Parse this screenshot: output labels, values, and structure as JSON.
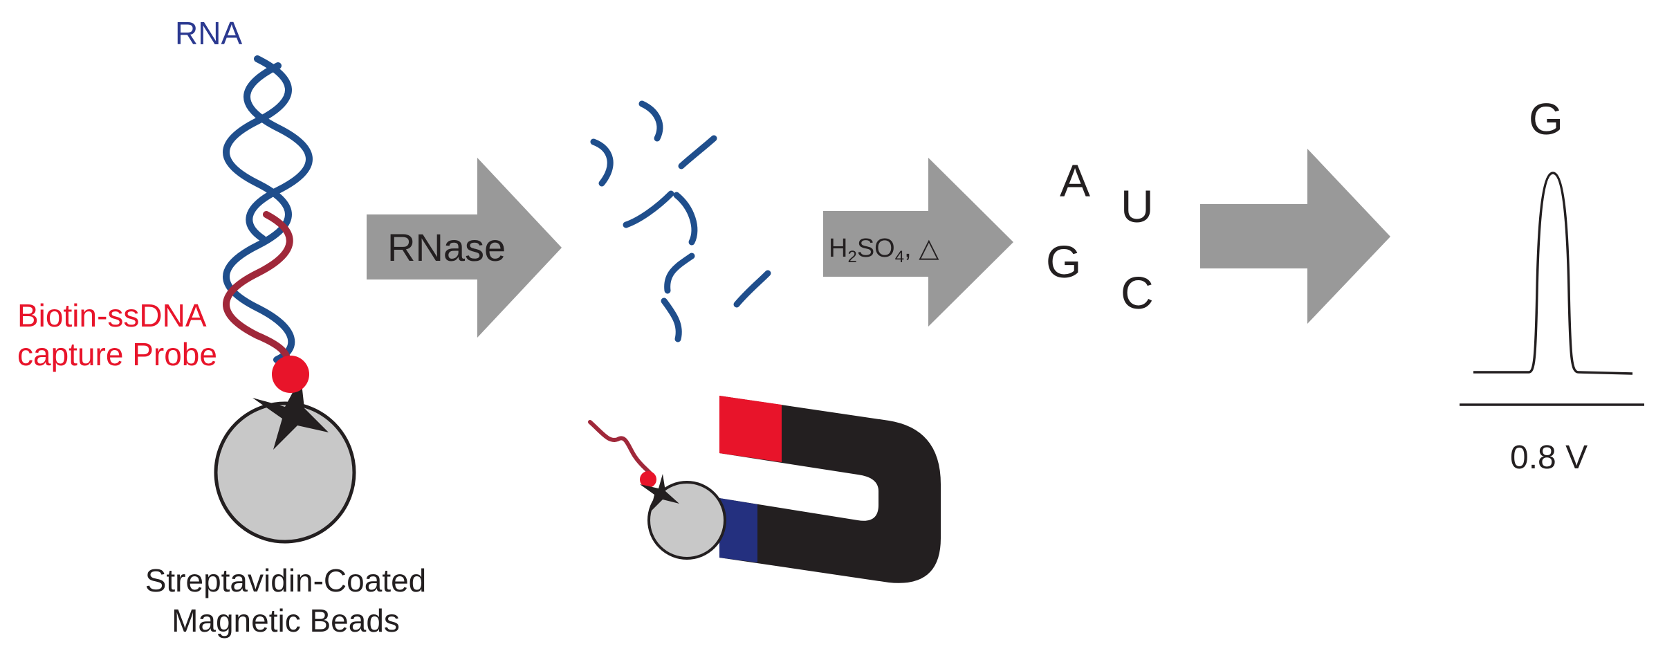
{
  "labels": {
    "rna": "RNA",
    "probe_line1": "Biotin-ssDNA",
    "probe_line2": "capture Probe",
    "beads_line1": "Streptavidin-Coated",
    "beads_line2": "Magnetic Beads"
  },
  "steps": {
    "step1": "RNase",
    "step2_prefix": "H",
    "step2_sub1": "2",
    "step2_mid": "SO",
    "step2_sub2": "4",
    "step2_suffix": ", △"
  },
  "nucleotides": {
    "a": "A",
    "u": "U",
    "g": "G",
    "c": "C"
  },
  "voltammogram": {
    "peak_label": "G",
    "potential_label": "0.8 V"
  },
  "colors": {
    "rna": "#1f4e8c",
    "probe": "#a0283a",
    "biotin": "#e8142a",
    "streptavidin": "#231f20",
    "bead": "#c8c8c8",
    "arrow": "#999999",
    "magnet": "#231f20",
    "magnet_north": "#e8142a",
    "magnet_south": "#24307f",
    "text": "#231f20"
  }
}
